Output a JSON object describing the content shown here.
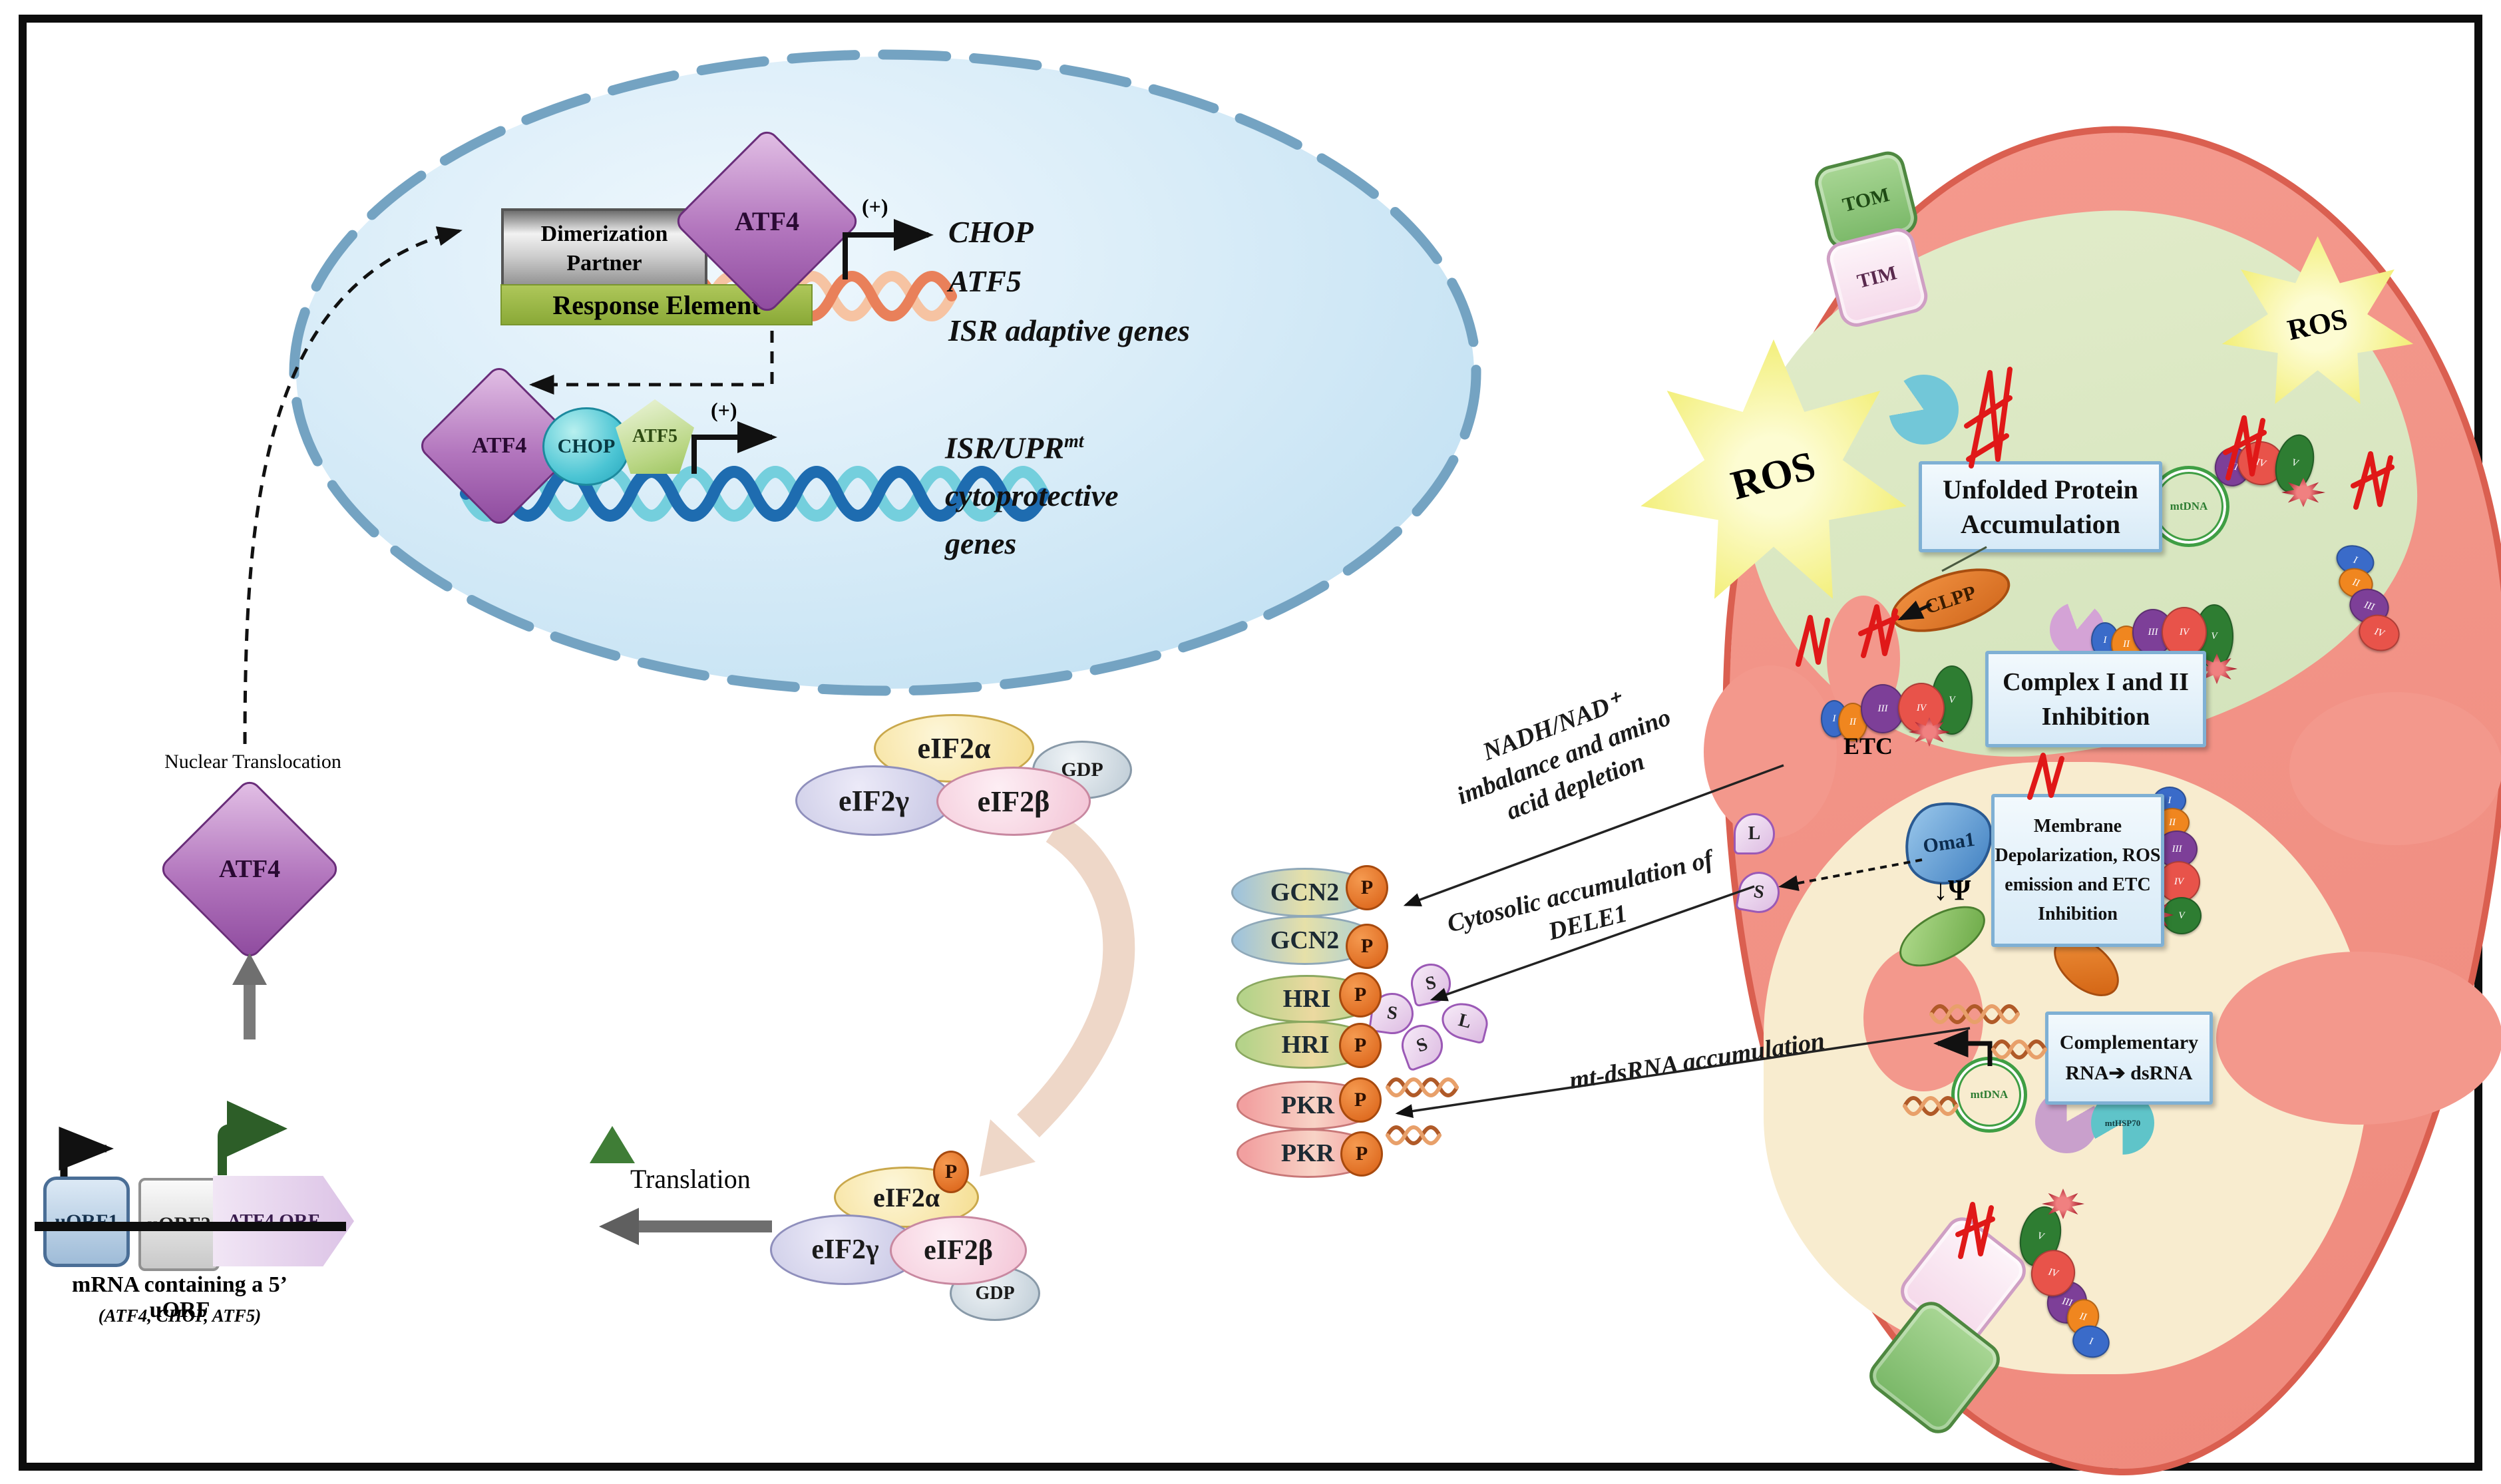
{
  "palette": {
    "nucleus_fill": "#d8ecf8",
    "nucleus_ring": "#74a3c2",
    "mito_outer": "#f29387",
    "mito_border": "#da5f50",
    "matrix_green": "#dbe7c3",
    "matrix_cream": "#f8eccf",
    "accent_purple": "#9b59a8",
    "p_orange": "#e8671f",
    "ros_yellow": "#f2ee74",
    "info_box": "#dceefb",
    "dna_orange": "#e9805a",
    "dna_blue": "#1e6cb0"
  },
  "nucleus": {
    "dimerization_partner": [
      "Dimerization",
      "Partner"
    ],
    "response_element": "Response Element",
    "atf4": "ATF4",
    "plus": "(+)",
    "genes_row1": [
      "CHOP",
      "ATF5",
      "ISR adaptive genes"
    ],
    "complex_row2": {
      "atf4": "ATF4",
      "chop": "CHOP",
      "atf5": "ATF5"
    },
    "genes_row2": {
      "base": "ISR/UPR",
      "sup": "mt",
      "lines": [
        "cytoprotective",
        "genes"
      ]
    }
  },
  "cytosol": {
    "nuclear_translocation": "Nuclear Translocation",
    "atf4": "ATF4",
    "translation": "Translation",
    "mrna": {
      "uorf1": "uORF1",
      "uorf2": "uORF2",
      "atf4_orf": "ATF4 ORF",
      "caption": "mRNA containing a 5’ uORF",
      "subcaption": "(ATF4, CHOP, ATF5)"
    },
    "eif2_top": {
      "alpha": "eIF2α",
      "gamma": "eIF2γ",
      "beta": "eIF2β",
      "gdp": "GDP"
    },
    "eif2_bottom": {
      "alpha": "eIF2α",
      "gamma": "eIF2γ",
      "beta": "eIF2β",
      "gdp": "GDP",
      "p": "P"
    },
    "kinases": [
      {
        "label": "GCN2",
        "p": "P"
      },
      {
        "label": "GCN2",
        "p": "P"
      },
      {
        "label": "HRI",
        "p": "P"
      },
      {
        "label": "HRI",
        "p": "P"
      },
      {
        "label": "PKR",
        "p": "P"
      },
      {
        "label": "PKR",
        "p": "P"
      }
    ],
    "fragments": {
      "s": "S",
      "l": "L"
    },
    "annotations": {
      "nadh": [
        "NADH/NAD⁺",
        "imbalance and amino",
        "acid depletion"
      ],
      "dele1": [
        "Cytosolic accumulation of",
        "DELE1"
      ],
      "dsrna": "mt-dsRNA accumulation"
    }
  },
  "mitochondrion": {
    "tom": "TOM",
    "tim": "TIM",
    "ros": "ROS",
    "clpp": "CLPP",
    "etc": "ETC",
    "oma1": "Oma1",
    "psi": "↓Ψ",
    "mtdna": "mtDNA",
    "mthsp70": "mtHSP70",
    "fragments": {
      "s": "S",
      "l": "L"
    },
    "units": [
      "I",
      "II",
      "III",
      "IV",
      "V"
    ],
    "boxes": {
      "unfolded": [
        "Unfolded Protein",
        "Accumulation"
      ],
      "complex": [
        "Complex I and II",
        "Inhibition"
      ],
      "membrane": [
        "Membrane",
        "Depolarization, ROS",
        "emission and ETC",
        "Inhibition"
      ],
      "complementary": [
        "Complementary",
        "RNA➔ dsRNA"
      ]
    }
  }
}
